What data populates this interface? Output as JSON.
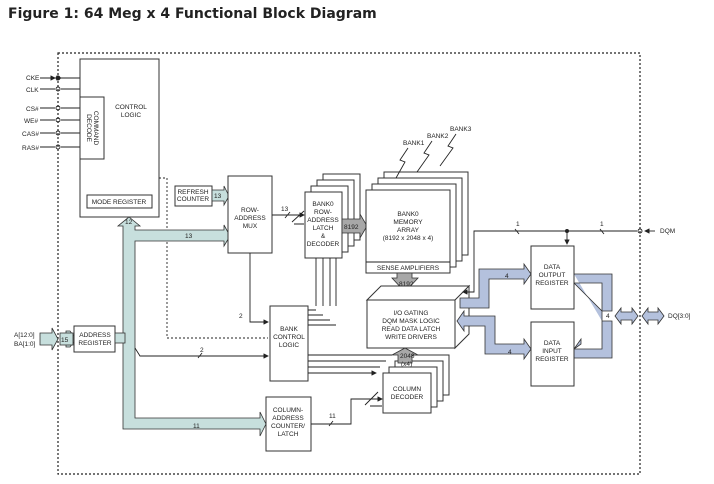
{
  "title": "Figure 1: 64 Meg x 4 Functional Block Diagram",
  "inputs": {
    "cke": "CKE",
    "clk": "CLK",
    "cs": "CS#",
    "we": "WE#",
    "cas": "CAS#",
    "ras": "RAS#",
    "a": "A[12:0]",
    "ba": "BA[1:0]",
    "dqm": "DQM",
    "dq": "DQ[3:0]"
  },
  "blocks": {
    "control_logic": [
      "CONTROL",
      "LOGIC"
    ],
    "command_decode": [
      "COMMAND",
      "DECODE"
    ],
    "mode_register": "MODE REGISTER",
    "refresh_counter": [
      "REFRESH",
      "COUNTER"
    ],
    "row_mux": [
      "ROW-",
      "ADDRESS",
      "MUX"
    ],
    "row_latch": [
      "BANK0",
      "ROW-",
      "ADDRESS",
      "LATCH",
      "&",
      "DECODER"
    ],
    "memory_array": [
      "BANK0",
      "MEMORY",
      "ARRAY",
      "(8192 x 2048 x 4)"
    ],
    "sense_amplifiers": "SENSE AMPLIFIERS",
    "banks": [
      "BANK1",
      "BANK2",
      "BANK3"
    ],
    "io_gating": [
      "I/O GATING",
      "DQM MASK LOGIC",
      "READ DATA LATCH",
      "WRITE DRIVERS"
    ],
    "data_output_register": [
      "DATA",
      "OUTPUT",
      "REGISTER"
    ],
    "data_input_register": [
      "DATA",
      "INPUT",
      "REGISTER"
    ],
    "bank_control": [
      "BANK",
      "CONTROL",
      "LOGIC"
    ],
    "column_decoder": [
      "COLUMN",
      "DECODER"
    ],
    "column_counter": [
      "COLUMN-",
      "ADDRESS",
      "COUNTER/",
      "LATCH"
    ],
    "address_register": [
      "ADDRESS",
      "REGISTER"
    ]
  },
  "bus_widths": {
    "addr_in": "15",
    "to_mode": "12",
    "to_row_mux": "13",
    "refresh": "13",
    "row_latch_in": "13",
    "row_out": "8192",
    "sense_out": "8192",
    "col_io": "2048",
    "col_io2": "(x4)",
    "bank_ctl_a": "2",
    "bank_ctl_b": "2",
    "to_col_counter": "11",
    "col_dec_in": "11",
    "dqm_a": "1",
    "dqm_b": "1",
    "out_bus": "4",
    "in_bus": "4",
    "dq_bus": "4"
  },
  "colors": {
    "address_bus": "#c7dfdd",
    "data_bus": "#b4c1dd",
    "internal_bus": "#a8a8a8"
  }
}
